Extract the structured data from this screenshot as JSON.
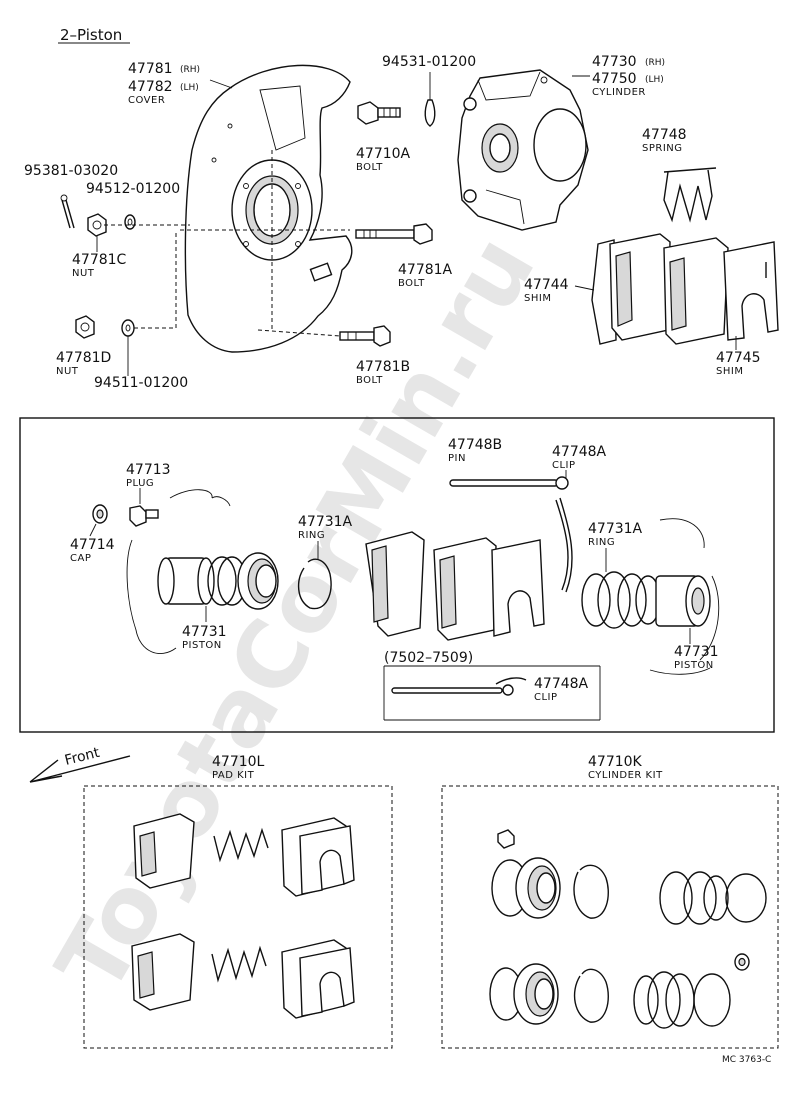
{
  "header": {
    "title": "2–Piston"
  },
  "watermark": "ToyotaCorMin.ru",
  "parts": {
    "p47781": {
      "num": "47781",
      "side": "(RH)"
    },
    "p47782": {
      "num": "47782",
      "side": "(LH)",
      "name": "COVER"
    },
    "p94531": {
      "num": "94531-01200"
    },
    "p47730": {
      "num": "47730",
      "side": "(RH)"
    },
    "p47750": {
      "num": "47750",
      "side": "(LH)",
      "name": "CYLINDER"
    },
    "p47748": {
      "num": "47748",
      "name": "SPRING"
    },
    "p95381": {
      "num": "95381-03020"
    },
    "p94512": {
      "num": "94512-01200"
    },
    "p47710A": {
      "num": "47710A",
      "name": "BOLT"
    },
    "p47781C": {
      "num": "47781C",
      "name": "NUT"
    },
    "p47781A": {
      "num": "47781A",
      "name": "BOLT"
    },
    "p47744": {
      "num": "47744",
      "name": "SHIM"
    },
    "p47781D": {
      "num": "47781D",
      "name": "NUT"
    },
    "p94511": {
      "num": "94511-01200"
    },
    "p47781B": {
      "num": "47781B",
      "name": "BOLT"
    },
    "p47745": {
      "num": "47745",
      "name": "SHIM"
    },
    "p47748B": {
      "num": "47748B",
      "name": "PIN"
    },
    "p47748A": {
      "num": "47748A",
      "name": "CLIP"
    },
    "p47713": {
      "num": "47713",
      "name": "PLUG"
    },
    "p47731A_l": {
      "num": "47731A",
      "name": "RING"
    },
    "p47731A_r": {
      "num": "47731A",
      "name": "RING"
    },
    "p47714": {
      "num": "47714",
      "name": "CAP"
    },
    "p47731_l": {
      "num": "47731",
      "name": "PISTON"
    },
    "p47731_r": {
      "num": "47731",
      "name": "PISTON"
    },
    "p47748A_b": {
      "num": "47748A",
      "name": "CLIP"
    },
    "serial_range": "(7502–7509)",
    "front": "Front",
    "p47710L": {
      "num": "47710L",
      "name": "PAD KIT"
    },
    "p47710K": {
      "num": "47710K",
      "name": "CYLINDER KIT"
    }
  },
  "footer": {
    "code": "MC 3763-C"
  }
}
